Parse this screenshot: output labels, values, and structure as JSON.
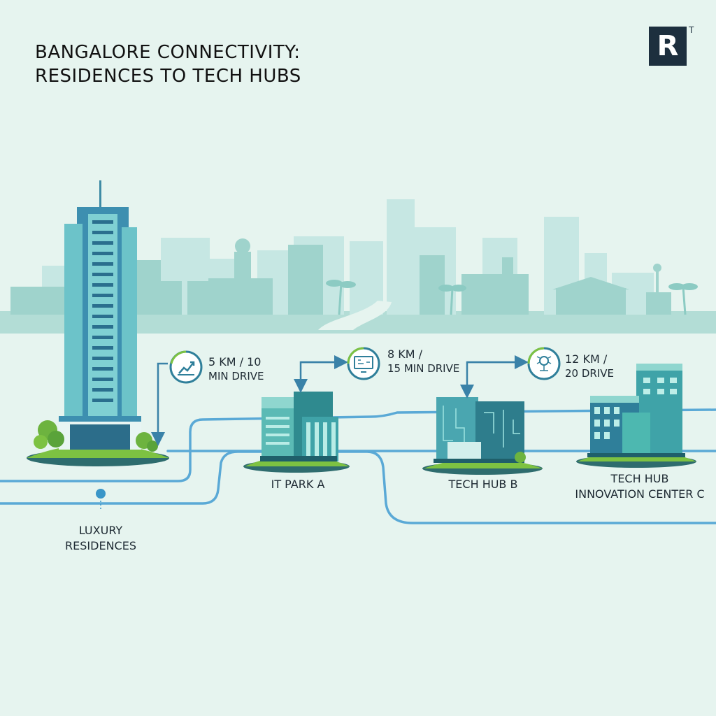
{
  "title": {
    "line1": "BANGALORE CONNECTIVITY:",
    "line2": "RESIDENCES TO TECH HUBS"
  },
  "logo": {
    "letter": "R",
    "superscript": "T"
  },
  "colors": {
    "background": "#e6f4ef",
    "route": "#5aa9d6",
    "arrow": "#3a82a8",
    "accent_green": "#7dc242",
    "building_teal": "#3fa3a8",
    "skyline": "#b8e0dc"
  },
  "locations": [
    {
      "id": "residences",
      "lines": [
        "LUXURY",
        "RESIDENCES"
      ]
    },
    {
      "id": "it-park-a",
      "lines": [
        "IT PARK A"
      ]
    },
    {
      "id": "tech-hub-b",
      "lines": [
        "TECH HUB B"
      ]
    },
    {
      "id": "tech-hub-c",
      "lines": [
        "TECH HUB",
        "INNOVATION CENTER C"
      ]
    }
  ],
  "connections": [
    {
      "icon": "chart-icon",
      "lines": [
        "5 KM / 10",
        "MIN DRIVE"
      ]
    },
    {
      "icon": "monitor-icon",
      "lines": [
        "8 KM /",
        "15 MIN DRIVE"
      ]
    },
    {
      "icon": "ai-chip-icon",
      "lines": [
        "12 KM /",
        "20 DRIVE"
      ]
    }
  ]
}
